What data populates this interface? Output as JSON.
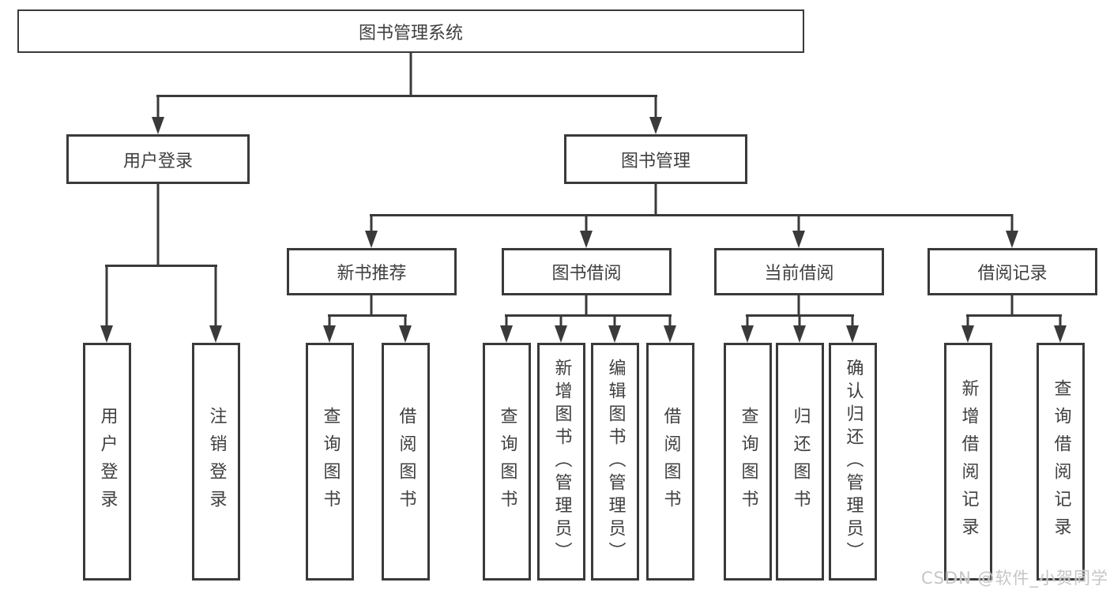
{
  "diagram_title": "图书管理系统",
  "tree": {
    "label": "图书管理系统",
    "children": [
      {
        "label": "用户登录",
        "children": [
          {
            "label": "用户登录"
          },
          {
            "label": "注销登录"
          }
        ]
      },
      {
        "label": "图书管理",
        "children": [
          {
            "label": "新书推荐",
            "children": [
              {
                "label": "查询图书"
              },
              {
                "label": "借阅图书"
              }
            ]
          },
          {
            "label": "图书借阅",
            "children": [
              {
                "label": "查询图书"
              },
              {
                "label": "新增图书（管理员）"
              },
              {
                "label": "编辑图书（管理员）"
              },
              {
                "label": "借阅图书"
              }
            ]
          },
          {
            "label": "当前借阅",
            "children": [
              {
                "label": "查询图书"
              },
              {
                "label": "归还图书"
              },
              {
                "label": "确认归还（管理员）"
              }
            ]
          },
          {
            "label": "借阅记录",
            "children": [
              {
                "label": "新增借阅记录"
              },
              {
                "label": "查询借阅记录"
              }
            ]
          }
        ]
      }
    ]
  },
  "watermark": {
    "text": "CSDN @软件_小贺同学"
  },
  "colors": {
    "line": "#3a3a3a",
    "text": "#3f3f3f",
    "background": "#ffffff",
    "watermark": "#c6c6c6"
  }
}
